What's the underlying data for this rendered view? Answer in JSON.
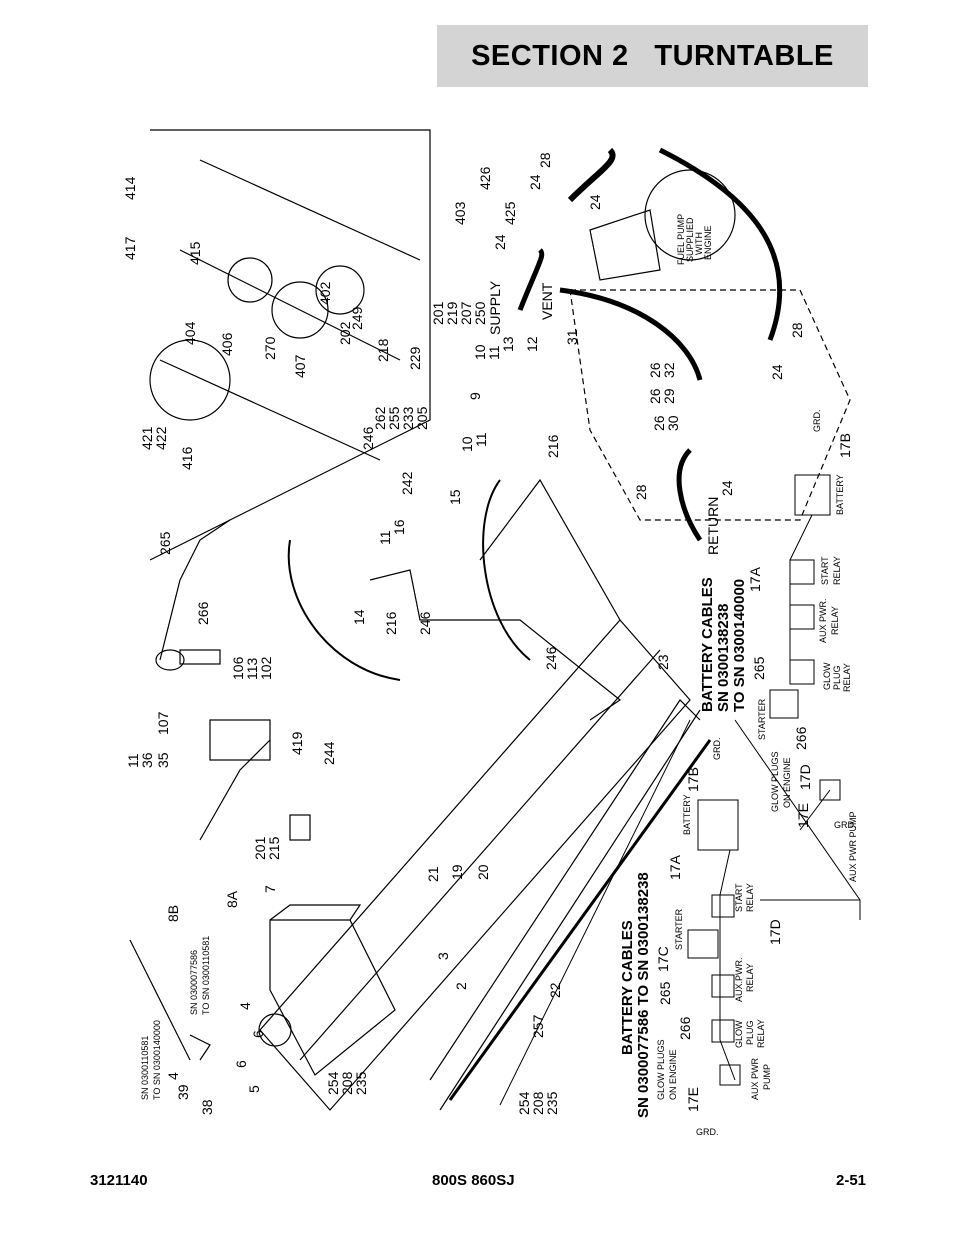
{
  "header": {
    "section_title": "SECTION 2   TURNTABLE"
  },
  "footer": {
    "doc_number": "3121140",
    "model": "800S 860SJ",
    "page": "2-51"
  },
  "callouts": {
    "top_row": [
      "414",
      "417",
      "415",
      "404",
      "406",
      "421",
      "422",
      "416",
      "270",
      "402",
      "407",
      "202",
      "249",
      "262",
      "255",
      "233",
      "205",
      "218",
      "229",
      "201",
      "219",
      "207",
      "250",
      "403",
      "426",
      "425",
      "24",
      "28",
      "24",
      "24"
    ],
    "pump_text": [
      "FUEL PUMP",
      "SUPPLIED",
      "WITH",
      "ENGINE"
    ],
    "supply": "SUPPLY",
    "vent": "VENT",
    "return": "RETURN",
    "misc": [
      "10",
      "11",
      "13",
      "12",
      "9",
      "10",
      "11",
      "216",
      "31",
      "26",
      "32",
      "26",
      "29",
      "26",
      "30",
      "24",
      "28",
      "24",
      "28",
      "242",
      "246",
      "265",
      "266",
      "106",
      "113",
      "102",
      "107",
      "11",
      "36",
      "35",
      "419",
      "244",
      "14",
      "216",
      "246",
      "11",
      "16",
      "15",
      "246",
      "23",
      "201",
      "215",
      "7",
      "21",
      "19",
      "20",
      "3",
      "2",
      "22",
      "257",
      "8B",
      "8A",
      "6",
      "4",
      "6",
      "5",
      "39",
      "38",
      "4",
      "254",
      "208",
      "235",
      "254",
      "208",
      "235"
    ],
    "serials": [
      "SN 0300110581",
      "TO SN 0300140000",
      "SN 0300077586",
      "TO SN 0300110581"
    ]
  },
  "battery_cables_new": {
    "title_line1": "BATTERY CABLES",
    "title_line2": "SN 0300138238",
    "title_line3": "TO SN 0300140000",
    "labels": [
      "17A",
      "265",
      "266",
      "17D",
      "17E",
      "17B",
      "GRD.",
      "GRD.",
      "BATTERY",
      "STARTER",
      "GLOW",
      "PLUG",
      "RELAY",
      "AUX PWR.",
      "RELAY",
      "START",
      "RELAY",
      "GLOW PLUGS",
      "ON ENGINE",
      "AUX PWR PUMP"
    ]
  },
  "battery_cables_old": {
    "title_line1": "BATTERY CABLES",
    "title_line2": "SN 0300077586 TO SN 0300138238",
    "labels": [
      "17A",
      "17B",
      "17C",
      "265",
      "266",
      "17D",
      "17E",
      "GRD.",
      "GRD.",
      "BATTERY",
      "STARTER",
      "START",
      "RELAY",
      "AUX.PWR.",
      "RELAY",
      "GLOW",
      "PLUG",
      "RELAY",
      "GLOW PLUGS",
      "ON ENGINE",
      "AUX PWR",
      "PUMP"
    ]
  }
}
